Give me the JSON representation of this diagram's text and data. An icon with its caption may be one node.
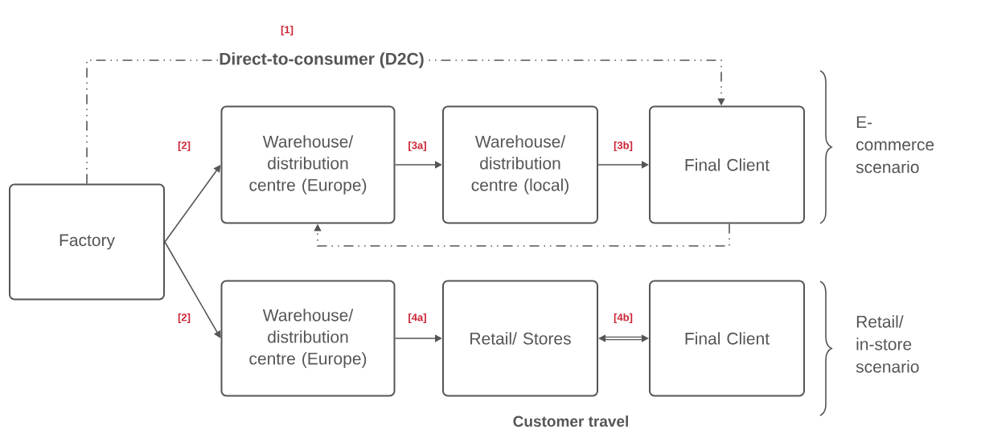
{
  "diagram": {
    "nodes": [
      {
        "text": [
          "Factory"
        ]
      },
      {
        "text": [
          "Warehouse/ distribution centre (Europe)"
        ]
      },
      {
        "text": [
          "Warehouse/ distribution centre (local)"
        ]
      },
      {
        "text": [
          "Final Client"
        ]
      },
      {
        "text": [
          "Warehouse/ distribution centre (Europe)"
        ]
      },
      {
        "text": [
          "Retail/ Stores"
        ]
      },
      {
        "text": [
          "Final Client"
        ]
      }
    ],
    "edges": [
      {
        "from": 0,
        "to": 3,
        "arrow": "to",
        "style": "dashed",
        "label": "Direct-to-consumer (D2C)"
      },
      {
        "from": 0,
        "to": 1,
        "arrow": "to",
        "label": "[2]"
      },
      {
        "from": 0,
        "to": 4,
        "arrow": "to",
        "label": "[2]"
      },
      {
        "from": 1,
        "to": 2,
        "arrow": "to",
        "label": "[3a]"
      },
      {
        "from": 2,
        "to": 3,
        "arrow": "to",
        "label": "[3b]"
      },
      {
        "from": 3,
        "to": 1,
        "arrow": "to",
        "style": "dashed"
      },
      {
        "from": 4,
        "to": 5,
        "arrow": "to",
        "label": "[4a]"
      },
      {
        "from": 5,
        "to": 6,
        "arrow": "both",
        "style": "thick",
        "label": "[4b]"
      }
    ],
    "labels": [
      "[1]",
      "E-commerce scenario",
      "Retail/ in-store scenario",
      "Customer travel"
    ]
  }
}
